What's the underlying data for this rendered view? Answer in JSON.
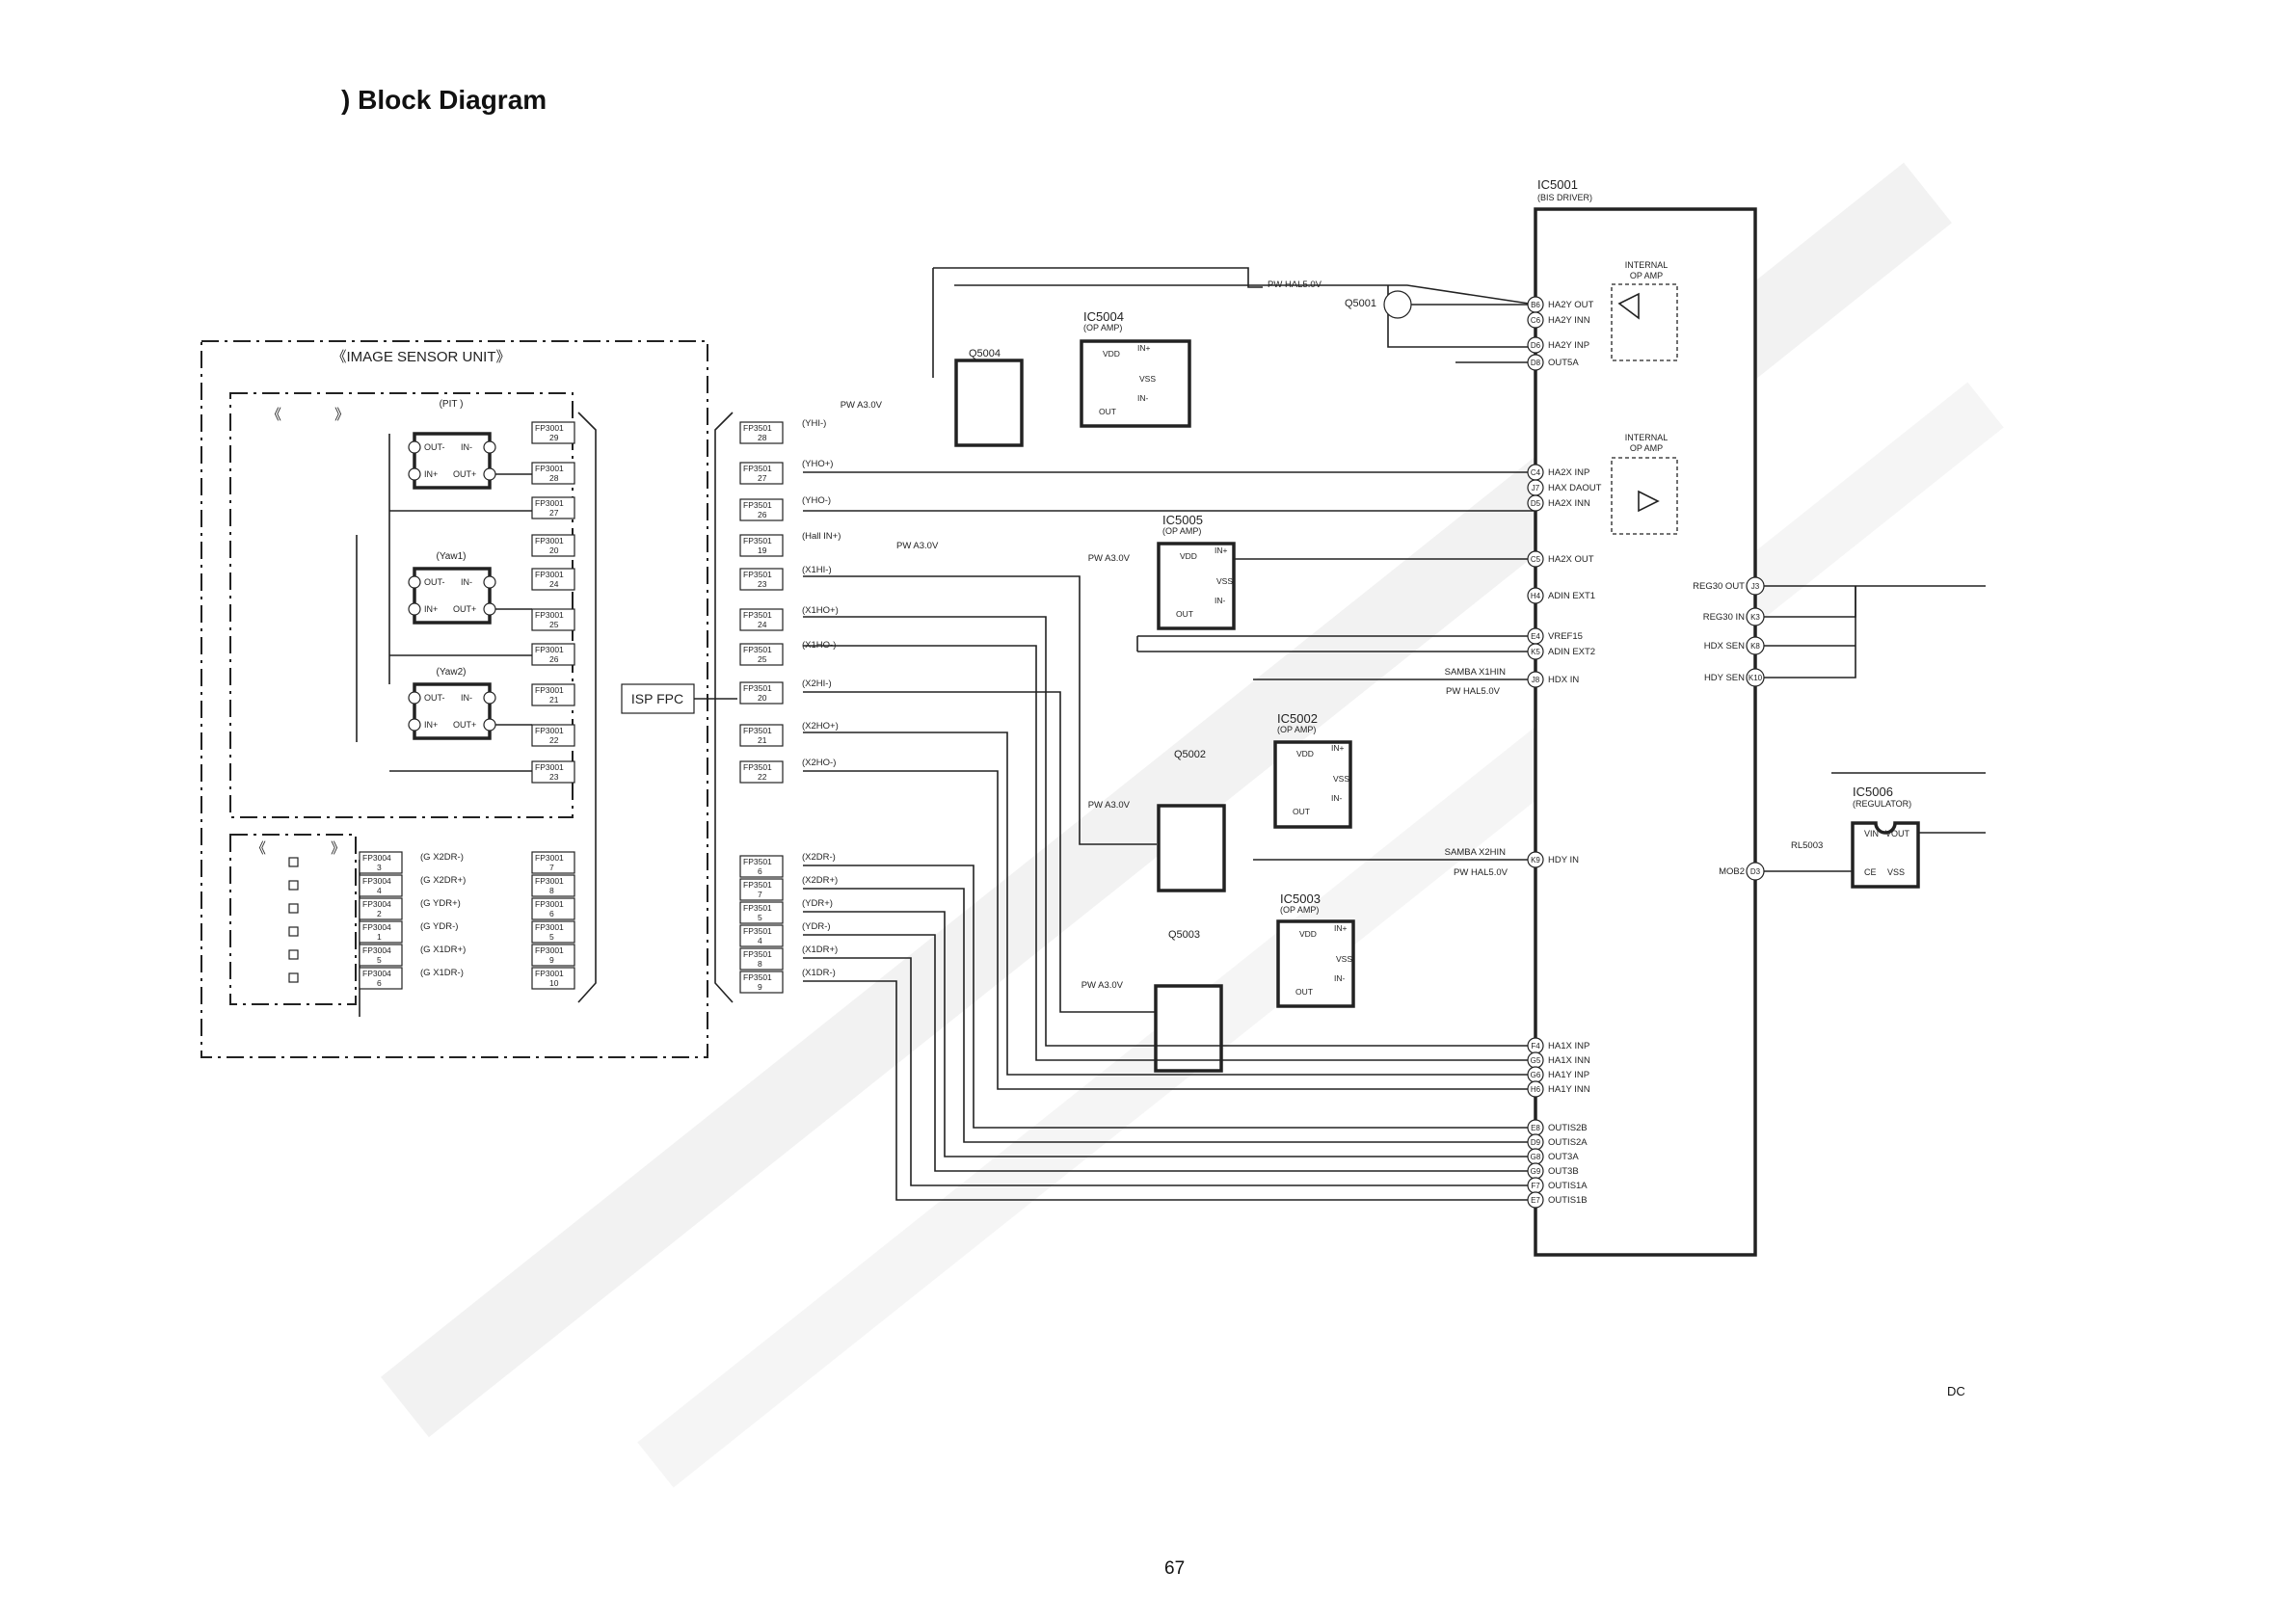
{
  "page_title": ") Block Diagram",
  "page_number": "67",
  "footer_code": "DC",
  "image_sensor_unit": {
    "label": "《IMAGE SENSOR UNIT》",
    "inner_marks": [
      "《",
      "》"
    ],
    "gyro_labels": [
      "(PIT )",
      "(Yaw1)",
      "(Yaw2)"
    ],
    "amp_pins": {
      "out_minus": "OUT-",
      "in_minus": "IN-",
      "in_plus": "IN+",
      "out_plus": "OUT+"
    },
    "fp3001_left": [
      [
        "FP3001",
        "29"
      ],
      [
        "FP3001",
        "28"
      ],
      [
        "FP3001",
        "27"
      ],
      [
        "FP3001",
        "20"
      ],
      [
        "FP3001",
        "24"
      ],
      [
        "FP3001",
        "25"
      ],
      [
        "FP3001",
        "26"
      ],
      [
        "FP3001",
        "21"
      ],
      [
        "FP3001",
        "22"
      ],
      [
        "FP3001",
        "23"
      ]
    ],
    "fp3004": [
      [
        "FP3004",
        "3"
      ],
      [
        "FP3004",
        "4"
      ],
      [
        "FP3004",
        "2"
      ],
      [
        "FP3004",
        "1"
      ],
      [
        "FP3004",
        "5"
      ],
      [
        "FP3004",
        "6"
      ]
    ],
    "fp3001_drive": [
      [
        "FP3001",
        "7"
      ],
      [
        "FP3001",
        "8"
      ],
      [
        "FP3001",
        "6"
      ],
      [
        "FP3001",
        "5"
      ],
      [
        "FP3001",
        "9"
      ],
      [
        "FP3001",
        "10"
      ]
    ],
    "drive_signals": [
      "(G X2DR-)",
      "(G X2DR+)",
      "(G YDR+)",
      "(G YDR-)",
      "(G X1DR+)",
      "(G X1DR-)"
    ]
  },
  "isp_fpc": "ISP FPC",
  "fp3501": [
    {
      "conn": "FP3501",
      "pin": "28",
      "signal": "(YHI-)"
    },
    {
      "conn": "FP3501",
      "pin": "27",
      "signal": "(YHO+)"
    },
    {
      "conn": "FP3501",
      "pin": "26",
      "signal": "(YHO-)"
    },
    {
      "conn": "FP3501",
      "pin": "19",
      "signal": "(Hall IN+)"
    },
    {
      "conn": "FP3501",
      "pin": "23",
      "signal": "(X1HI-)"
    },
    {
      "conn": "FP3501",
      "pin": "24",
      "signal": "(X1HO+)"
    },
    {
      "conn": "FP3501",
      "pin": "25",
      "signal": "(X1HO-)"
    },
    {
      "conn": "FP3501",
      "pin": "20",
      "signal": "(X2HI-)"
    },
    {
      "conn": "FP3501",
      "pin": "21",
      "signal": "(X2HO+)"
    },
    {
      "conn": "FP3501",
      "pin": "22",
      "signal": "(X2HO-)"
    },
    {
      "conn": "FP3501",
      "pin": "6",
      "signal": "(X2DR-)"
    },
    {
      "conn": "FP3501",
      "pin": "7",
      "signal": "(X2DR+)"
    },
    {
      "conn": "FP3501",
      "pin": "5",
      "signal": "(YDR+)"
    },
    {
      "conn": "FP3501",
      "pin": "4",
      "signal": "(YDR-)"
    },
    {
      "conn": "FP3501",
      "pin": "8",
      "signal": "(X1DR+)"
    },
    {
      "conn": "FP3501",
      "pin": "9",
      "signal": "(X1DR-)"
    }
  ],
  "pw_a30": "PW A3.0V",
  "pw_hal50": "PW HAL5.0V",
  "q5001": "Q5001",
  "q5002": "Q5002",
  "q5003": "Q5003",
  "q5004": "Q5004",
  "ic5004": {
    "name": "IC5004",
    "type": "(OP AMP)"
  },
  "ic5005": {
    "name": "IC5005",
    "type": "(OP AMP)"
  },
  "ic5002": {
    "name": "IC5002",
    "type": "(OP AMP)"
  },
  "ic5003": {
    "name": "IC5003",
    "type": "(OP AMP)"
  },
  "opamp_pins": {
    "vdd": "VDD",
    "vss": "VSS",
    "in_plus": "IN+",
    "in_minus": "IN-",
    "out": "OUT"
  },
  "ic5001": {
    "name": "IC5001",
    "type": "(BIS DRIVER)",
    "internal_op_amp": [
      "INTERNAL",
      "OP AMP"
    ],
    "left_pins": [
      {
        "pin": "B6",
        "label": "HA2Y OUT"
      },
      {
        "pin": "C6",
        "label": "HA2Y INN"
      },
      {
        "pin": "D6",
        "label": "HA2Y INP"
      },
      {
        "pin": "D8",
        "label": "OUT5A"
      },
      {
        "pin": "C4",
        "label": "HA2X INP"
      },
      {
        "pin": "J7",
        "label": "HAX DAOUT"
      },
      {
        "pin": "D5",
        "label": "HA2X INN"
      },
      {
        "pin": "C5",
        "label": "HA2X OUT"
      },
      {
        "pin": "H4",
        "label": "ADIN EXT1"
      },
      {
        "pin": "E4",
        "label": "VREF15"
      },
      {
        "pin": "K5",
        "label": "ADIN EXT2"
      },
      {
        "pin": "J8",
        "label": "HDX IN"
      },
      {
        "pin": "K9",
        "label": "HDY IN"
      },
      {
        "pin": "F4",
        "label": "HA1X INP"
      },
      {
        "pin": "G5",
        "label": "HA1X INN"
      },
      {
        "pin": "G6",
        "label": "HA1Y INP"
      },
      {
        "pin": "H6",
        "label": "HA1Y INN"
      },
      {
        "pin": "E8",
        "label": "OUTIS2B"
      },
      {
        "pin": "D9",
        "label": "OUTIS2A"
      },
      {
        "pin": "G8",
        "label": "OUT3A"
      },
      {
        "pin": "G9",
        "label": "OUT3B"
      },
      {
        "pin": "F7",
        "label": "OUTIS1A"
      },
      {
        "pin": "E7",
        "label": "OUTIS1B"
      }
    ],
    "samba_x1hin": "SAMBA X1HIN",
    "samba_x2hin": "SAMBA X2HIN",
    "right_pins": [
      {
        "pin": "J3",
        "label": "REG30 OUT"
      },
      {
        "pin": "K3",
        "label": "REG30 IN"
      },
      {
        "pin": "K8",
        "label": "HDX SEN"
      },
      {
        "pin": "K10",
        "label": "HDY SEN"
      },
      {
        "pin": "D3",
        "label": "MOB2"
      }
    ]
  },
  "ic5006": {
    "name": "IC5006",
    "type": "(REGULATOR)",
    "vin": "VIN",
    "vout": "VOUT",
    "ce": "CE",
    "vss": "VSS"
  },
  "rl5003": "RL5003"
}
